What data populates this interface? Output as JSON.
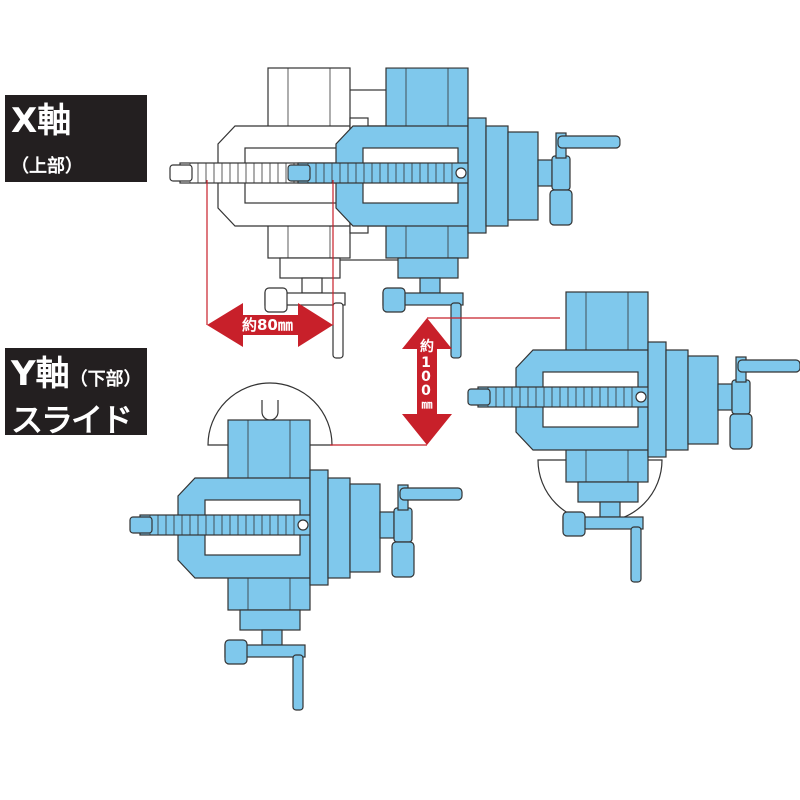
{
  "labels": {
    "x_axis": {
      "title": "X軸",
      "paren": "（上部）",
      "subtitle": "スライド幅"
    },
    "y_axis": {
      "title": "Y軸",
      "paren": "（下部）",
      "subtitle": "スライド幅"
    }
  },
  "dimensions": {
    "x_slide": "約80㎜",
    "y_slide_prefix": "約",
    "y_slide_value": "100",
    "y_slide_unit": "㎜"
  },
  "colors": {
    "vise_blue": "#7fc8ec",
    "arrow_red": "#c8202a",
    "label_bg": "#231f20"
  }
}
